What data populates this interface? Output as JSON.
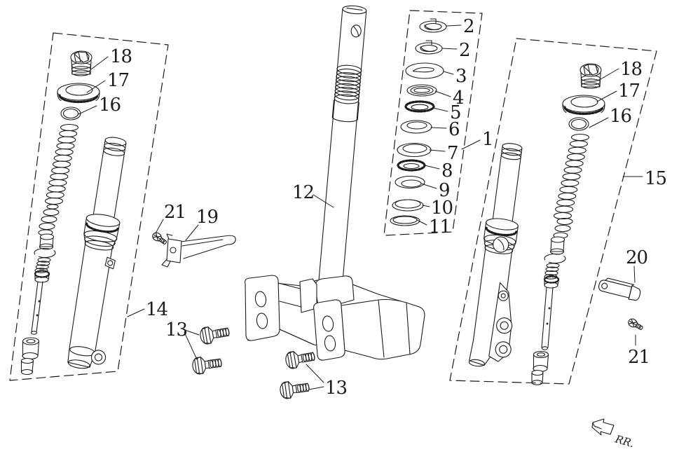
{
  "diagram": {
    "type": "exploded-parts-diagram",
    "background": "#ffffff",
    "line_color": "#1c1c1c",
    "labels": {
      "left_cap": "18",
      "left_seal": "17",
      "left_oring": "16",
      "left_assembly": "14",
      "left_screw": "21",
      "brace": "19",
      "left_bolts": "13",
      "stem": "12",
      "center_bolts": "13",
      "stack_assembly": "1",
      "stack_cap_a": "2",
      "stack_cap_b": "2",
      "stack_part_3": "3",
      "stack_part_4": "4",
      "stack_part_5": "5",
      "stack_part_6": "6",
      "stack_part_7": "7",
      "stack_part_8": "8",
      "stack_part_9": "9",
      "stack_part_10": "10",
      "stack_part_11": "11",
      "right_cap": "18",
      "right_seal": "17",
      "right_oring": "16",
      "right_assembly": "15",
      "right_clamp": "20",
      "right_screw": "21",
      "corner_mark": "RR."
    }
  }
}
